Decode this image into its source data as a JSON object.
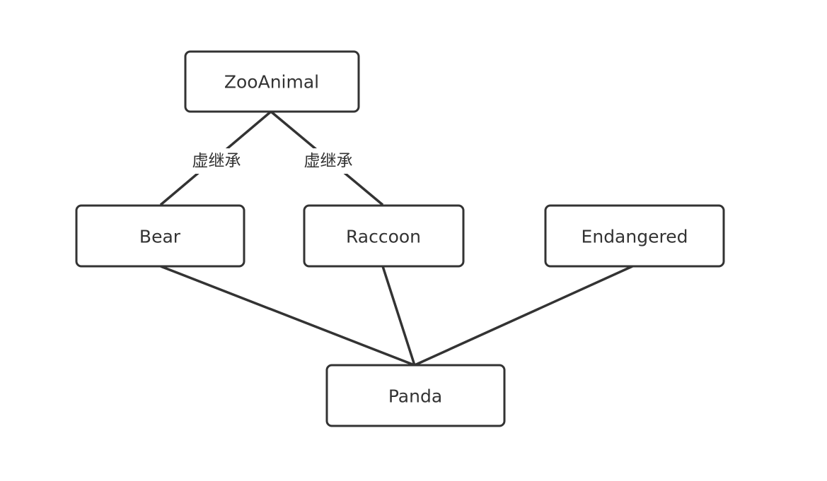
{
  "colors": {
    "stroke": "#333333",
    "text": "#333333",
    "background": "#ffffff"
  },
  "nodes": {
    "zooanimal": "ZooAnimal",
    "bear": "Bear",
    "raccoon": "Raccoon",
    "endangered": "Endangered",
    "panda": "Panda"
  },
  "edges": [
    {
      "from": "zooanimal",
      "to": "bear",
      "label": "虚继承"
    },
    {
      "from": "zooanimal",
      "to": "raccoon",
      "label": "虚继承"
    },
    {
      "from": "bear",
      "to": "panda",
      "label": ""
    },
    {
      "from": "raccoon",
      "to": "panda",
      "label": ""
    },
    {
      "from": "endangered",
      "to": "panda",
      "label": ""
    }
  ]
}
